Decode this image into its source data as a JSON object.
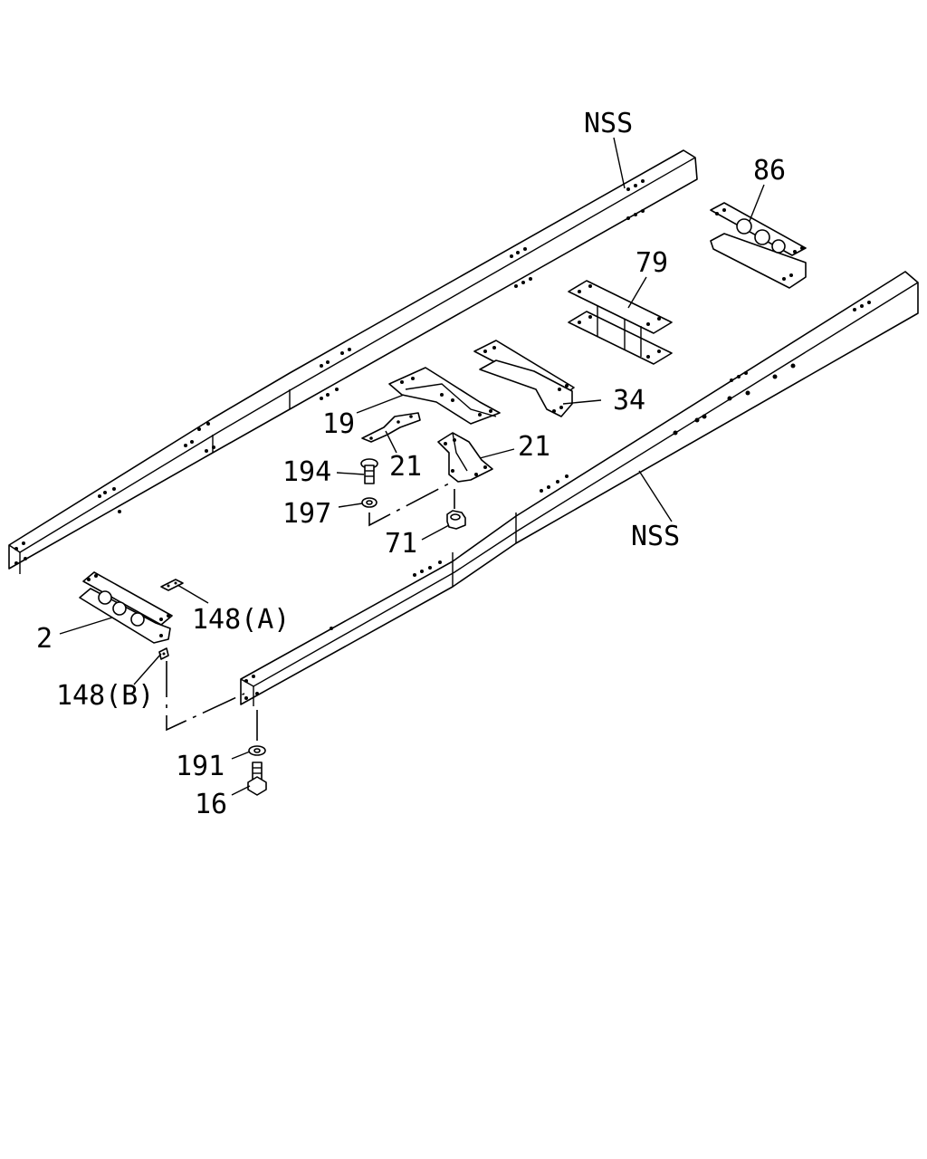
{
  "labels": {
    "nss_top": "NSS",
    "nss_bottom": "NSS",
    "p86": "86",
    "p79": "79",
    "p34": "34",
    "p19": "19",
    "p21_left": "21",
    "p21_right": "21",
    "p194": "194",
    "p197": "197",
    "p71": "71",
    "p148a": "148(A)",
    "p2": "2",
    "p148b": "148(B)",
    "p191": "191",
    "p16": "16"
  }
}
